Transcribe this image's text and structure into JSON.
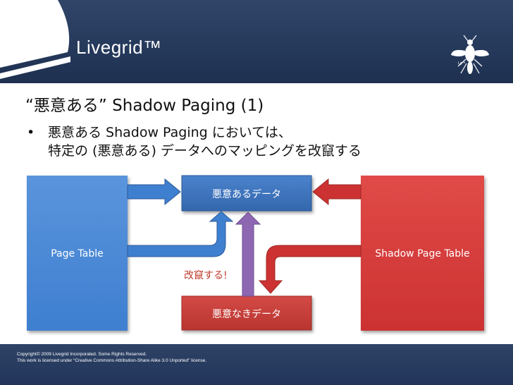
{
  "header": {
    "brand": "Livegrid™",
    "badge": "Lg™"
  },
  "slide": {
    "title": "“悪意ある” Shadow Paging (1)",
    "bullet_symbol": "•",
    "bullet_line1": "悪意ある Shadow Paging においては、",
    "bullet_line2": "特定の (悪意ある) データへのマッピングを改竄する"
  },
  "diagram": {
    "page_table": "Page Table",
    "shadow_page_table": "Shadow Page Table",
    "malicious_data": "悪意あるデータ",
    "benign_data": "悪意なきデータ",
    "alter_label": "改竄する!",
    "colors": {
      "blue": "#3f7fd0",
      "red": "#d33a3a",
      "purple": "#8e67b3",
      "box_blue": "#3d72b8",
      "box_red": "#c73b35"
    }
  },
  "footer": {
    "line1": "Copyright© 2009 Livegrid Incorporated. Some Rights Reserved.",
    "line2": "This work is licensed under “Creative Commons Attribution-Share Alike 3.0 Unported” license."
  }
}
